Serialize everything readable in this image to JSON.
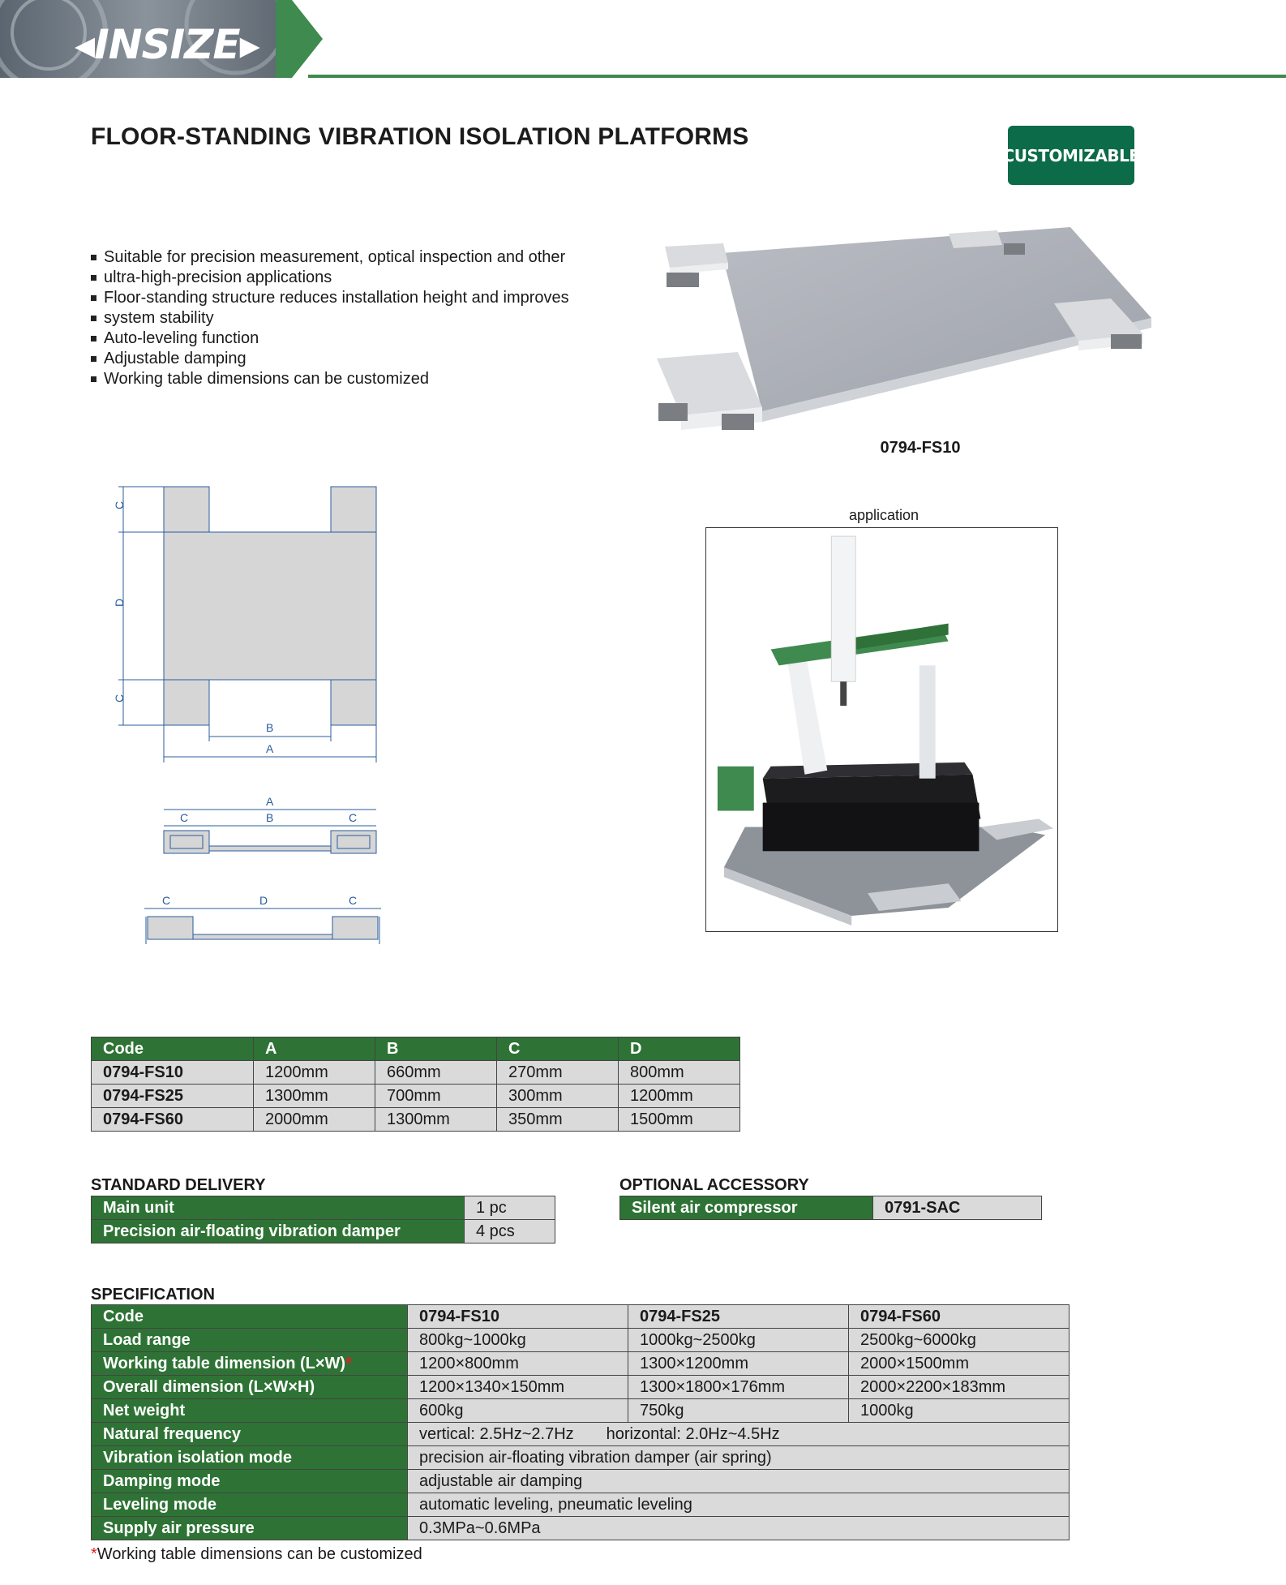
{
  "header": {
    "logo_text": "INSIZE",
    "accent_color": "#3f8a4e"
  },
  "title": "FLOOR-STANDING VIBRATION ISOLATION PLATFORMS",
  "badge": "CUSTOMIZABLE",
  "features": [
    "Suitable for precision measurement, optical inspection and other",
    "ultra-high-precision applications",
    "Floor-standing structure reduces installation height and improves",
    "system stability",
    "Auto-leveling function",
    "Adjustable damping",
    "Working table dimensions can be customized"
  ],
  "product_caption": "0794-FS10",
  "application_label": "application",
  "drawing_labels": {
    "a": "A",
    "b": "B",
    "c": "C",
    "d": "D"
  },
  "dims_table": {
    "headers": [
      "Code",
      "A",
      "B",
      "C",
      "D"
    ],
    "rows": [
      [
        "0794-FS10",
        "1200mm",
        "660mm",
        "270mm",
        "800mm"
      ],
      [
        "0794-FS25",
        "1300mm",
        "700mm",
        "300mm",
        "1200mm"
      ],
      [
        "0794-FS60",
        "2000mm",
        "1300mm",
        "350mm",
        "1500mm"
      ]
    ]
  },
  "standard_delivery": {
    "title": "STANDARD DELIVERY",
    "rows": [
      [
        "Main unit",
        "1 pc"
      ],
      [
        "Precision air-floating vibration damper",
        "4 pcs"
      ]
    ]
  },
  "optional_accessory": {
    "title": "OPTIONAL ACCESSORY",
    "rows": [
      [
        "Silent air compressor",
        "0791-SAC"
      ]
    ]
  },
  "specification": {
    "title": "SPECIFICATION",
    "header": [
      "Code",
      "0794-FS10",
      "0794-FS25",
      "0794-FS60"
    ],
    "rows3": [
      [
        "Load range",
        "800kg~1000kg",
        "1000kg~2500kg",
        "2500kg~6000kg"
      ],
      [
        "Working table dimension (L×W)",
        "1200×800mm",
        "1300×1200mm",
        "2000×1500mm"
      ],
      [
        "Overall dimension (L×W×H)",
        "1200×1340×150mm",
        "1300×1800×176mm",
        "2000×2200×183mm"
      ],
      [
        "Net weight",
        "600kg",
        "750kg",
        "1000kg"
      ]
    ],
    "natural_frequency": {
      "label": "Natural frequency",
      "vertical": "vertical: 2.5Hz~2.7Hz",
      "horizontal": "horizontal: 2.0Hz~4.5Hz"
    },
    "rows1": [
      [
        "Vibration isolation mode",
        "precision air-floating vibration damper (air spring)"
      ],
      [
        "Damping mode",
        "adjustable air damping"
      ],
      [
        "Leveling mode",
        "automatic leveling, pneumatic leveling"
      ],
      [
        "Supply air pressure",
        "0.3MPa~0.6MPa"
      ]
    ],
    "star": "*"
  },
  "footnote": {
    "star": "*",
    "text": "Working table dimensions can be customized"
  }
}
